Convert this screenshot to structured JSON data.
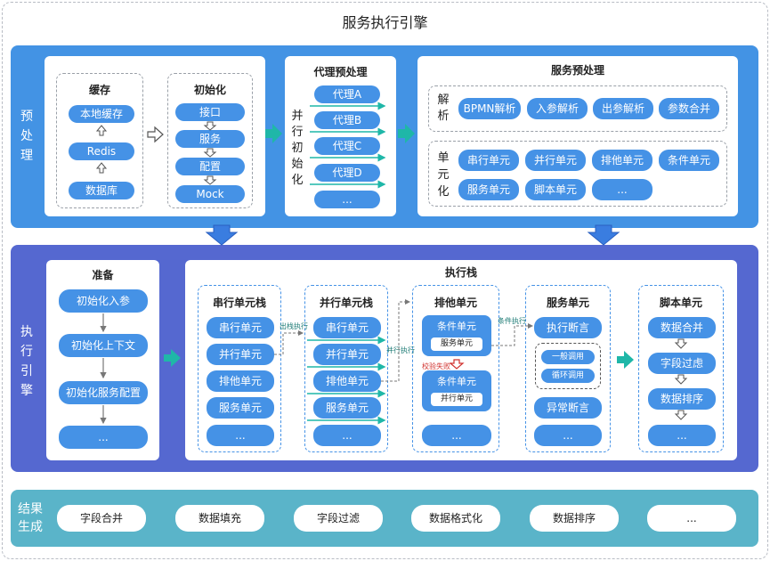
{
  "title": "服务执行引擎",
  "pre": {
    "label_chars": [
      "预",
      "处",
      "理"
    ],
    "cache": {
      "header": "缓存",
      "items": [
        "本地缓存",
        "Redis",
        "数据库"
      ]
    },
    "init": {
      "header": "初始化",
      "items": [
        "接口",
        "服务",
        "配置",
        "Mock"
      ]
    },
    "proxy": {
      "header": "代理预处理",
      "side_chars": [
        "并",
        "行",
        "初",
        "始",
        "化"
      ],
      "items": [
        "代理A",
        "代理B",
        "代理C",
        "代理D",
        "..."
      ]
    },
    "service": {
      "header": "服务预处理",
      "parse": {
        "label_chars": [
          "解",
          "析"
        ],
        "items": [
          "BPMN解析",
          "入参解析",
          "出参解析",
          "参数合并"
        ]
      },
      "unit": {
        "label_chars": [
          "单",
          "元",
          "化"
        ],
        "items": [
          "串行单元",
          "并行单元",
          "排他单元",
          "条件单元",
          "服务单元",
          "脚本单元",
          "..."
        ]
      }
    }
  },
  "exe": {
    "label_chars": [
      "执",
      "行",
      "引",
      "擎"
    ],
    "prep": {
      "header": "准备",
      "items": [
        "初始化入参",
        "初始化上下文",
        "初始化服务配置",
        "..."
      ]
    },
    "stack": {
      "header": "执行栈",
      "serial": {
        "header": "串行单元栈",
        "items": [
          "串行单元",
          "并行单元",
          "排他单元",
          "服务单元",
          "..."
        ]
      },
      "parallel": {
        "header": "并行单元栈",
        "items": [
          "串行单元",
          "并行单元",
          "排他单元",
          "服务单元",
          "..."
        ]
      },
      "exclusive": {
        "header": "排他单元",
        "box1": {
          "title": "条件单元",
          "inner": "服务单元"
        },
        "box2": {
          "title": "条件单元",
          "inner": "并行单元"
        },
        "fail": "校验失败",
        "more": "..."
      },
      "service": {
        "header": "服务单元",
        "items": [
          "执行断言",
          "一般调用",
          "循环调用",
          "异常断言",
          "..."
        ]
      },
      "script": {
        "header": "脚本单元",
        "items": [
          "数据合并",
          "字段过虑",
          "数据排序",
          "..."
        ]
      },
      "edges": {
        "stack_out": "出栈执行",
        "parallel_exec": "并行执行",
        "cond_exec": "条件执行"
      }
    }
  },
  "result": {
    "label_chars": [
      "结果",
      "生成"
    ],
    "items": [
      "字段合并",
      "数据填充",
      "字段过滤",
      "数据格式化",
      "数据排序",
      "..."
    ]
  },
  "colors": {
    "pre_band": "#4393e4",
    "exe_band": "#5568d0",
    "result_band": "#5ab4c9",
    "pill": "#4592e6",
    "teal": "#1fb7a8"
  }
}
